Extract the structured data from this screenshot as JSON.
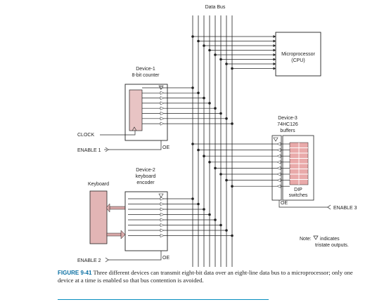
{
  "labels": {
    "data_bus": "Data Bus",
    "cpu_line1": "Microprocessor",
    "cpu_line2": "(CPU)",
    "dev1_line1": "Device-1",
    "dev1_line2": "8-bit counter",
    "clock": "CLOCK",
    "enable1": "ENABLE 1",
    "enable2": "ENABLE 2",
    "enable3": "ENABLE 3",
    "oe": "OE",
    "dev2_line1": "Device-2",
    "dev2_line2": "keyboard",
    "dev2_line3": "encoder",
    "keyboard": "Keyboard",
    "dev3_line1": "Device-3",
    "dev3_line2": "74HC126",
    "dev3_line3": "buffers",
    "dip_line1": "DIP",
    "dip_line2": "switches",
    "note_line1": "Note:",
    "note_line2": "indicates",
    "note_line3": "tristate outputs."
  },
  "caption": {
    "figure": "FIGURE 9-41",
    "text": "Three different devices can transmit eight-bit data over an eight-line data bus to a microprocessor; only one device at a time is enabled so that bus contention is avoided."
  },
  "colors": {
    "counter_fill": "#e8c4c4",
    "keyboard_fill": "#e2b5b5",
    "dip_fill": "#e9aaaa",
    "caption_accent": "#0a6fa3"
  }
}
